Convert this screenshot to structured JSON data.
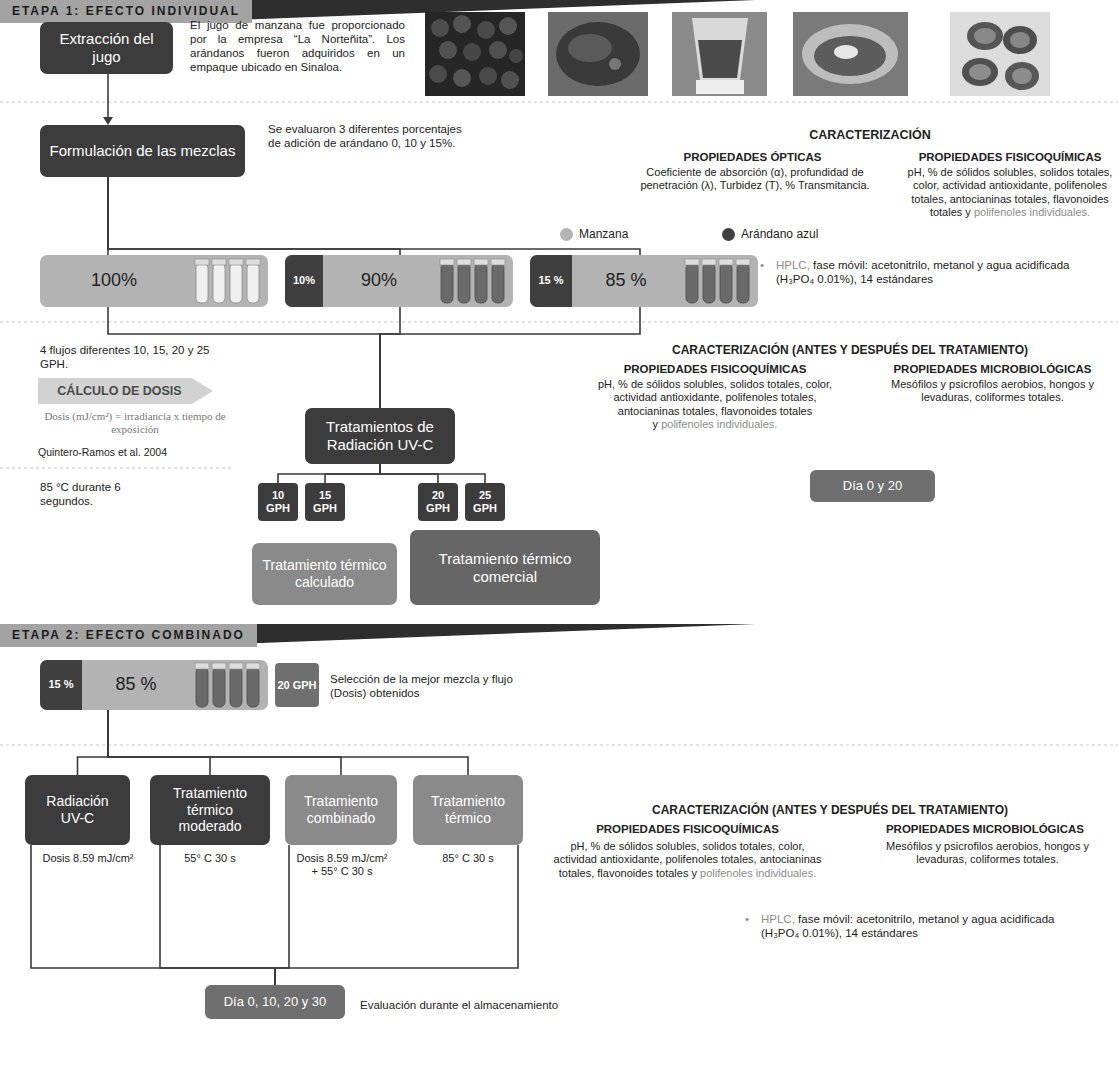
{
  "diagram": {
    "nodes": [
      {
        "text": [
          "ETAPA 1: EFECTO INDIVIDUAL"
        ]
      },
      {
        "text": [
          "Extracción del jugo"
        ]
      },
      {
        "text": [
          "Formulación de las mezclas"
        ]
      },
      {
        "text": [
          "100%"
        ]
      },
      {
        "text": [
          "90%"
        ]
      },
      {
        "text": [
          "10%"
        ],
        "in": 4
      },
      {
        "text": [
          "85 %"
        ]
      },
      {
        "text": [
          "15 %"
        ],
        "in": 6
      },
      {
        "text": [
          "Tratamientos de Radiación UV-C"
        ]
      },
      {
        "text": [
          "10 GPH"
        ]
      },
      {
        "text": [
          "15 GPH"
        ]
      },
      {
        "text": [
          "20 GPH"
        ]
      },
      {
        "text": [
          "25 GPH"
        ]
      },
      {
        "text": [
          "CÁLCULO DE DOSIS"
        ]
      },
      {
        "text": [
          "Tratamiento térmico calculado"
        ]
      },
      {
        "text": [
          "Tratamiento térmico comercial"
        ]
      },
      {
        "text": [
          "Día 0 y 20"
        ]
      },
      {
        "text": [
          "ETAPA 2: EFECTO COMBINADO"
        ]
      },
      {
        "text": [
          "85 %"
        ]
      },
      {
        "text": [
          "15 %"
        ],
        "in": 18
      },
      {
        "text": [
          "20 GPH"
        ]
      },
      {
        "text": [
          "Radiación UV-C"
        ]
      },
      {
        "text": [
          "Tratamiento térmico moderado"
        ]
      },
      {
        "text": [
          "Tratamiento combinado"
        ]
      },
      {
        "text": [
          "Tratamiento térmico"
        ]
      },
      {
        "text": [
          "Día 0, 10, 20 y 30"
        ]
      }
    ],
    "edges": [
      {
        "from": 1,
        "to": 2,
        "arrow": "to"
      },
      {
        "from": 2,
        "to": 3,
        "arrow": "none"
      },
      {
        "from": 2,
        "to": 4,
        "arrow": "none"
      },
      {
        "from": 2,
        "to": 6,
        "arrow": "none"
      },
      {
        "from": 3,
        "to": 8,
        "arrow": "none"
      },
      {
        "from": 4,
        "to": 8,
        "arrow": "none"
      },
      {
        "from": 6,
        "to": 8,
        "arrow": "none"
      },
      {
        "from": 8,
        "to": 9,
        "arrow": "none"
      },
      {
        "from": 8,
        "to": 10,
        "arrow": "none"
      },
      {
        "from": 8,
        "to": 11,
        "arrow": "none"
      },
      {
        "from": 8,
        "to": 12,
        "arrow": "none"
      },
      {
        "from": 18,
        "to": 21,
        "arrow": "none"
      },
      {
        "from": 18,
        "to": 22,
        "arrow": "none"
      },
      {
        "from": 18,
        "to": 23,
        "arrow": "none"
      },
      {
        "from": 18,
        "to": 24,
        "arrow": "none"
      },
      {
        "from": 21,
        "to": 25,
        "arrow": "none"
      },
      {
        "from": 22,
        "to": 25,
        "arrow": "none"
      },
      {
        "from": 23,
        "to": 25,
        "arrow": "none"
      },
      {
        "from": 24,
        "to": 25,
        "arrow": "none"
      }
    ],
    "labels": [
      "El jugo de manzana fue proporcionado por la empresa “La Norteñita”. Los arándanos fueron adquiridos en un empaque ubicado en Sinaloa.",
      "Se evaluaron 3 diferentes porcentajes de adición de arándano 0, 10 y 15%.",
      "CARACTERIZACIÓN",
      "PROPIEDADES ÓPTICAS",
      "Coeficiente de absorción (α), profundidad de penetración (λ), Turbidez (T), % Transmitancia.",
      "PROPIEDADES FISICOQUÍMICAS",
      "pH, % de sólidos solubles, solidos totales, color, actividad antioxidante, polifenoles totales, antocianinas totales, flavonoides totales y",
      "polifenoles individuales.",
      "•",
      "HPLC,",
      "fase móvil: acetonitrilo, metanol y agua acidificada (H₃PO₄ 0.01%), 14 estándares",
      "4 flujos diferentes 10, 15, 20 y 25 GPH.",
      "Dosis (mJ/cm²) = irradiancia x tiempo de exposición",
      "Quintero-Ramos et al. 2004",
      "CARACTERIZACIÓN (ANTES Y DESPUÉS DEL TRATAMIENTO)",
      "PROPIEDADES FISICOQUÍMICAS",
      "pH, % de sólidos solubles, solidos totales, color, actividad antioxidante, polifenoles totales, antocianinas totales, flavonoides totales y",
      "polifenoles individuales.",
      "PROPIEDADES MICROBIOLÓGICAS",
      "Mesófilos y psicrofilos aerobios, hongos y levaduras, coliformes totales.",
      "85 °C durante 6 segundos.",
      "Selección de la mejor mezcla y flujo (Dosis) obtenidos",
      "Dosis 8.59 mJ/cm²",
      "55° C 30 s",
      "Dosis 8.59 mJ/cm² + 55° C 30 s",
      "85° C 30 s",
      "CARACTERIZACIÓN (ANTES Y DESPUÉS DEL TRATAMIENTO)",
      "PROPIEDADES FISICOQUÍMICAS",
      "pH, % de sólidos solubles, solidos totales, color, actividad antioxidante, polifenoles totales, antocianinas totales, flavonoides totales y",
      "polifenoles individuales.",
      "PROPIEDADES MICROBIOLÓGICAS",
      "Mesófilos y psicrofilos aerobios, hongos y levaduras, coliformes totales.",
      "•",
      "HPLC,",
      "fase móvil: acetonitrilo, metanol y agua acidificada (H₃PO₄ 0.01%), 14 estándares",
      "Evaluación durante el almacenamiento"
    ],
    "legend": [
      {
        "text": "Manzana",
        "color": "#b3b3b3"
      },
      {
        "text": "Arándano azul",
        "color": "#3f3f3f"
      }
    ]
  }
}
